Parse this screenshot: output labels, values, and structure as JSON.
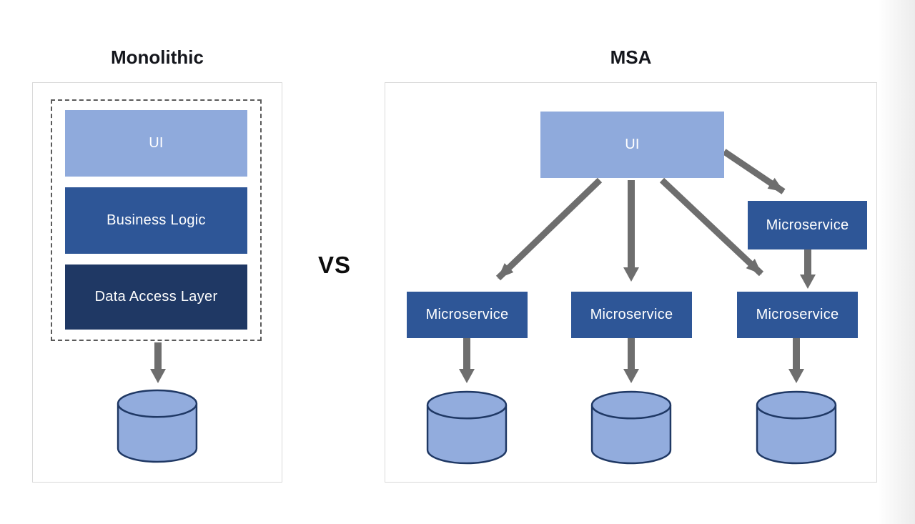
{
  "comparison": {
    "vs_label": "VS"
  },
  "monolithic": {
    "title": "Monolithic",
    "layers": [
      {
        "label": "UI"
      },
      {
        "label": "Business Logic"
      },
      {
        "label": "Data Access Layer"
      }
    ],
    "icons": [
      "down-arrow-icon",
      "database-icon"
    ]
  },
  "msa": {
    "title": "MSA",
    "ui_label": "UI",
    "microservices": [
      "Microservice",
      "Microservice",
      "Microservice",
      "Microservice"
    ],
    "icons": [
      "down-arrow-icon",
      "diagonal-arrow-icon",
      "database-icon"
    ]
  },
  "colors": {
    "light_blue": "#8faadc",
    "medium_blue": "#2e5697",
    "dark_navy": "#1f3864",
    "arrow_gray": "#6e6e6e",
    "panel_border": "#d9d9d9",
    "dashed_border": "#5a5a5a",
    "title_text": "#14161c",
    "box_text": "#ffffff"
  }
}
